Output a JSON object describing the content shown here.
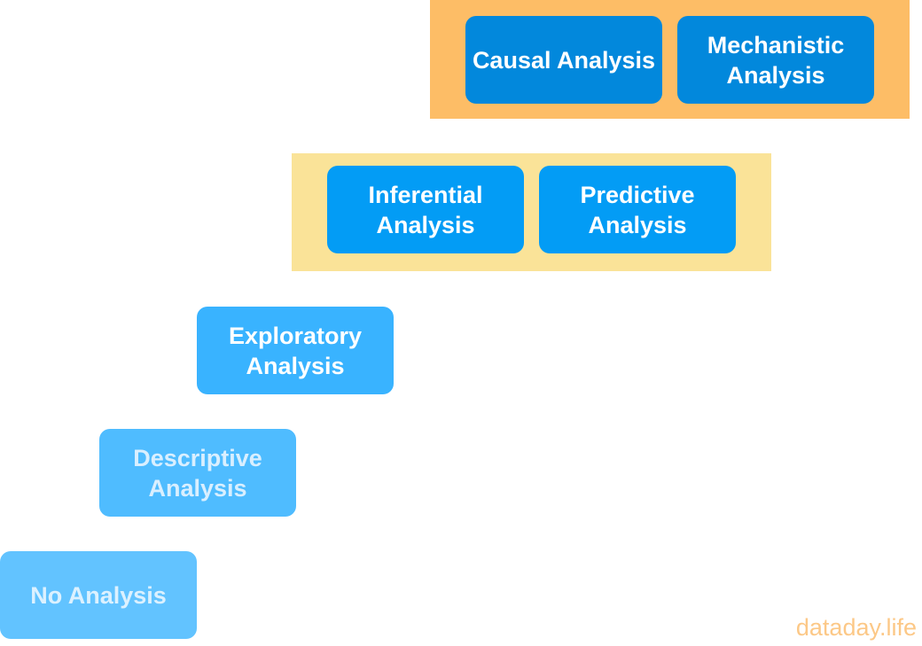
{
  "levels": {
    "causal": "Causal Analysis",
    "mechanistic": "Mechanistic Analysis",
    "inferential": "Inferential Analysis",
    "predictive": "Predictive Analysis",
    "exploratory": "Exploratory Analysis",
    "descriptive": "Descriptive Analysis",
    "none": "No Analysis"
  },
  "watermark": "dataday.life",
  "colors": {
    "top_band": "#fdbd66",
    "mid_band": "#fae398",
    "box_level_1": "#0288dc",
    "box_level_2": "#039cf5",
    "box_level_3": "#39b3ff",
    "box_level_4": "#4fbcff",
    "box_level_5": "#62c3ff",
    "watermark": "#fcc887"
  }
}
